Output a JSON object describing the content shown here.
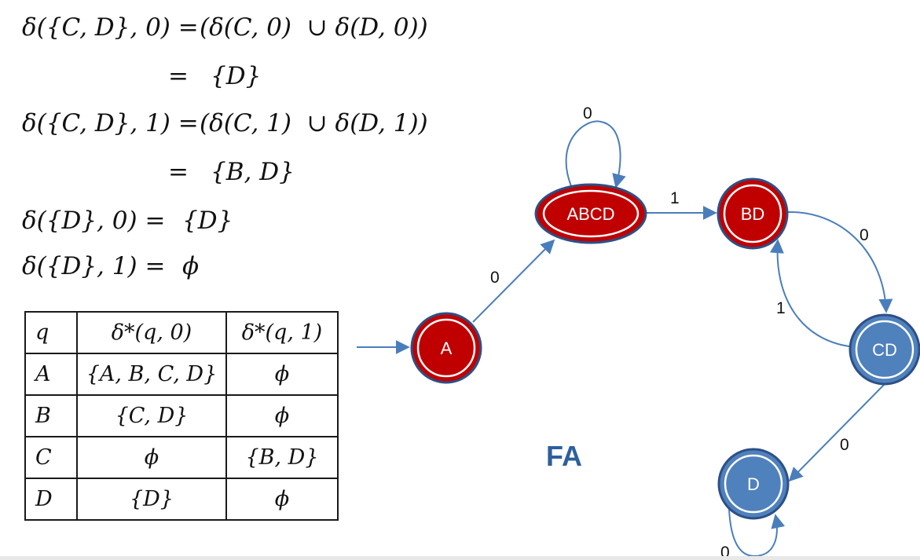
{
  "equations": [
    {
      "lhs": "δ({C, D}, 0) =",
      "rhs": "(δ(C, 0)  ∪ δ(D, 0))"
    },
    {
      "lhs": "=",
      "rhs": "{D}"
    },
    {
      "lhs": "δ({C, D}, 1) =",
      "rhs": "(δ(C, 1)  ∪ δ(D, 1))"
    },
    {
      "lhs": "=",
      "rhs": "{B, D}"
    },
    {
      "lhs": "δ({D}, 0) =",
      "rhs": "{D}"
    },
    {
      "lhs": "δ({D}, 1) =",
      "rhs": "ϕ"
    }
  ],
  "table": {
    "headers": [
      "q",
      "δ*(q, 0)",
      "δ*(q, 1)"
    ],
    "rows": [
      [
        "A",
        "{A, B, C, D}",
        "ϕ"
      ],
      [
        "B",
        "{C, D}",
        "ϕ"
      ],
      [
        "C",
        "ϕ",
        "{B, D}"
      ],
      [
        "D",
        "{D}",
        "ϕ"
      ]
    ]
  },
  "diagram": {
    "title": "FA",
    "colors": {
      "red_state": "#c00000",
      "blue_state": "#4f81bd",
      "edge": "#4a7ebb",
      "title": "#2e5f9e"
    },
    "states": {
      "A": {
        "label": "A",
        "color": "red"
      },
      "ABCD": {
        "label": "ABCD",
        "color": "red"
      },
      "BD": {
        "label": "BD",
        "color": "red"
      },
      "CD": {
        "label": "CD",
        "color": "blue"
      },
      "D": {
        "label": "D",
        "color": "blue"
      }
    },
    "edges": {
      "abcd_self": "0",
      "a_to_abcd": "0",
      "abcd_to_bd": "1",
      "bd_to_cd": "0",
      "cd_to_bd": "1",
      "cd_to_d": "0",
      "d_self": "0"
    }
  }
}
